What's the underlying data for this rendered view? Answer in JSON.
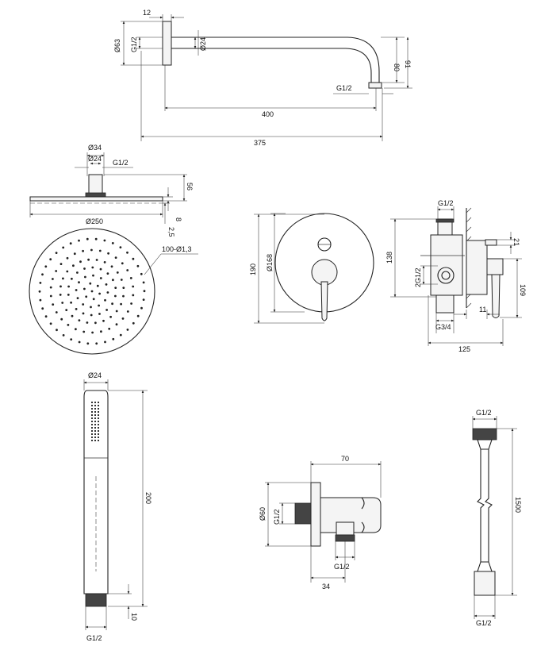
{
  "shower_arm": {
    "flange_thickness": "12",
    "flange_diameter": "Ø63",
    "inlet_thread": "G1/2",
    "tube_diameter": "Ø24",
    "drop_height": "80",
    "total_drop": "91",
    "outlet_thread": "G1/2",
    "projection": "400",
    "wall_to_outlet": "375"
  },
  "rain_head": {
    "connector_outer": "Ø34",
    "connector_inner": "Ø24",
    "connector_thread": "G1/2",
    "total_height": "56",
    "plate_thickness": "8",
    "edge_thickness": "2,5",
    "head_diameter": "Ø250",
    "nozzles": "100-Ø1,3"
  },
  "mixer": {
    "plate_height": "190",
    "plate_diameter": "Ø168"
  },
  "valve_body": {
    "top_thread": "G1/2",
    "body_height": "138",
    "side_threads": "2G1/2",
    "bottom_thread": "G3/4",
    "offset_small": "21",
    "offset_11": "11",
    "handle_height": "109",
    "depth": "125"
  },
  "hand_shower": {
    "diameter": "Ø24",
    "length": "200",
    "thread_length": "10",
    "thread": "G1/2"
  },
  "wall_outlet": {
    "depth": "70",
    "flange_diameter": "Ø60",
    "inlet_thread": "G1/2",
    "outlet_thread": "G1/2",
    "outlet_offset": "34"
  },
  "hose": {
    "top_thread": "G1/2",
    "length": "1500",
    "bottom_thread": "G1/2"
  }
}
